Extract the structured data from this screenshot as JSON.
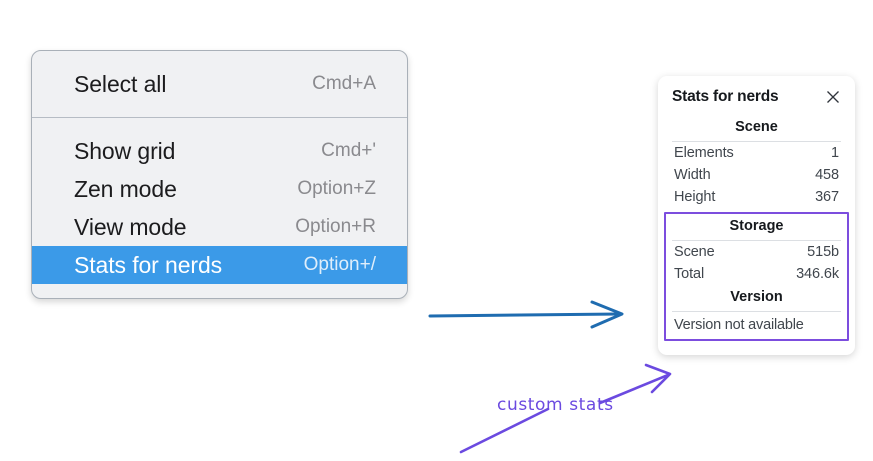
{
  "menu": {
    "groups": [
      {
        "items": [
          {
            "label": "Select all",
            "shortcut": "Cmd+A",
            "selected": false
          }
        ]
      },
      {
        "items": [
          {
            "label": "Show grid",
            "shortcut": "Cmd+'",
            "selected": false
          },
          {
            "label": "Zen mode",
            "shortcut": "Option+Z",
            "selected": false
          },
          {
            "label": "View mode",
            "shortcut": "Option+R",
            "selected": false
          },
          {
            "label": "Stats for nerds",
            "shortcut": "Option+/",
            "selected": true
          }
        ]
      }
    ],
    "highlight_color": "#3b9ae8",
    "background_color": "#f0f1f3"
  },
  "stats_panel": {
    "title": "Stats for nerds",
    "close_icon": "close-icon",
    "sections": [
      {
        "heading": "Scene",
        "rows": [
          {
            "key": "Elements",
            "value": "1"
          },
          {
            "key": "Width",
            "value": "458"
          },
          {
            "key": "Height",
            "value": "367"
          }
        ]
      },
      {
        "heading": "Storage",
        "rows": [
          {
            "key": "Scene",
            "value": "515b"
          },
          {
            "key": "Total",
            "value": "346.6k"
          }
        ]
      },
      {
        "heading": "Version",
        "text": "Version not available"
      }
    ],
    "highlight_border_color": "#7c4dde"
  },
  "annotations": {
    "custom_stats_label": "custom stats",
    "arrow_blue_color": "#1f6cb0",
    "arrow_purple_color": "#6b4ae0"
  }
}
